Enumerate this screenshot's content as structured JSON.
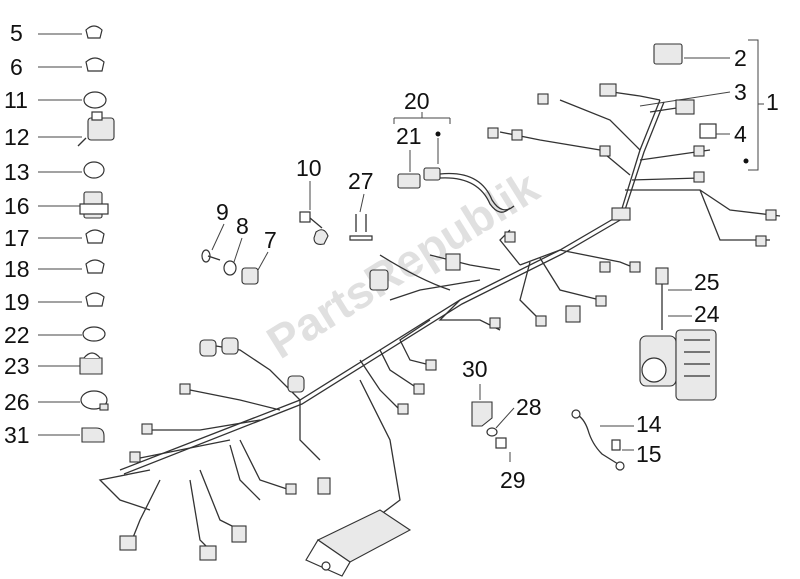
{
  "watermark": "PartsRepublik",
  "callouts": {
    "c1": "1",
    "c2": "2",
    "c3": "3",
    "c4": "4",
    "c5": "5",
    "c6": "6",
    "c7": "7",
    "c8": "8",
    "c9": "9",
    "c10": "10",
    "c11": "11",
    "c12": "12",
    "c13": "13",
    "c14": "14",
    "c15": "15",
    "c16": "16",
    "c17": "17",
    "c18": "18",
    "c19": "19",
    "c20": "20",
    "c21": "21",
    "c22": "22",
    "c23": "23",
    "c24": "24",
    "c25": "25",
    "c26": "26",
    "c27": "27",
    "c28": "28",
    "c29": "29",
    "c30": "30",
    "c31": "31"
  }
}
